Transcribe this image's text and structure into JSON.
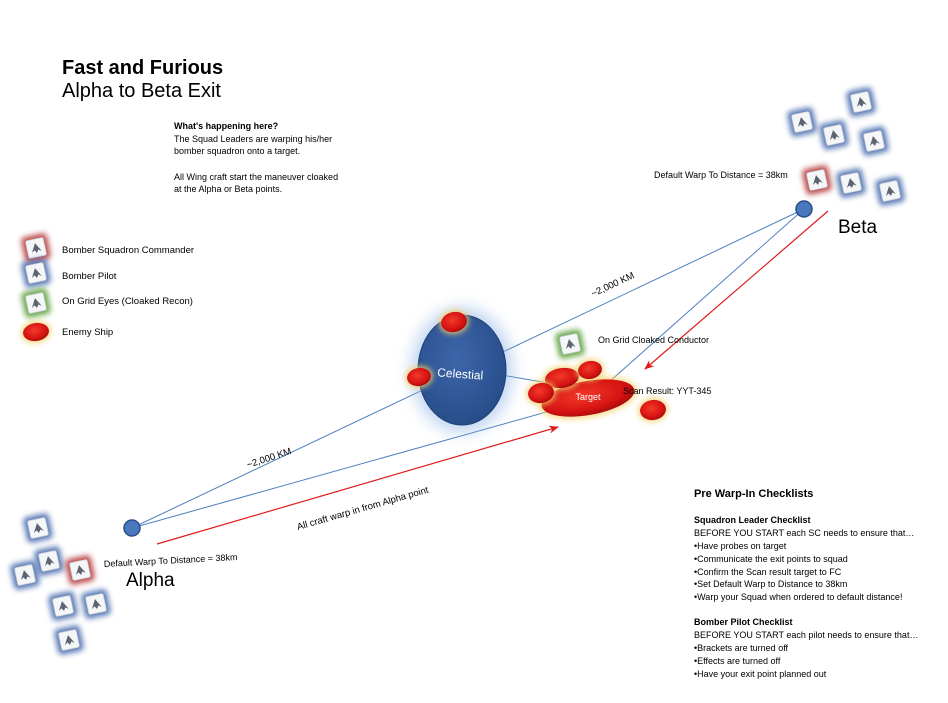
{
  "title": "Fast and Furious",
  "subtitle": "Alpha to Beta Exit",
  "info": {
    "heading": "What's happening here?",
    "line1": "The Squad Leaders are warping his/her",
    "line2": "bomber squadron onto a target.",
    "line3": "All Wing craft start the maneuver cloaked",
    "line4": "at the Alpha or Beta points."
  },
  "legend": {
    "commander": "Bomber Squadron Commander",
    "pilot": "Bomber Pilot",
    "eyes": "On Grid Eyes (Cloaked Recon)",
    "enemy": "Enemy Ship"
  },
  "points": {
    "alpha": "Alpha",
    "beta": "Beta",
    "celestial": "Celestial",
    "target": "Target"
  },
  "labels": {
    "beta_warp_distance": "Default Warp To Distance = 38km",
    "alpha_warp_distance": "Default Warp To Distance = 38km",
    "distance_upper": "~2,000 KM",
    "distance_lower": "~2,000 KM",
    "warp_in": "All craft warp in from Alpha point",
    "conductor": "On Grid Cloaked Conductor",
    "scan_result": "Scan Result: YYT-345"
  },
  "checklists": {
    "title": "Pre Warp-In Checklists",
    "squad_leader": {
      "heading": "Squadron Leader Checklist",
      "intro": "BEFORE YOU START each SC needs to ensure that…",
      "items": [
        "•Have probes on target",
        "•Communicate the exit points to squad",
        "•Confirm the Scan result target to FC",
        "•Set Default Warp to Distance to 38km",
        "•Warp your Squad when ordered to default distance!"
      ]
    },
    "bomber_pilot": {
      "heading": "Bomber Pilot Checklist",
      "intro": "BEFORE YOU START each pilot needs to ensure that…",
      "items": [
        "•Brackets are turned off",
        "•Effects are turned off",
        "•Have your exit point planned out"
      ]
    }
  },
  "colors": {
    "pilot_glow": "#3a62a8",
    "commander_glow": "#b02a2a",
    "eyes_glow": "#4f9a2a",
    "enemy_ship": "#d41111",
    "celestial": "#2f5596",
    "route_line": "#4f7fc0",
    "warp_arrow": "#e01b1b"
  },
  "icons": {
    "ship": "bomber-ship-icon",
    "enemy": "enemy-ship-icon",
    "point": "warp-point-icon"
  }
}
